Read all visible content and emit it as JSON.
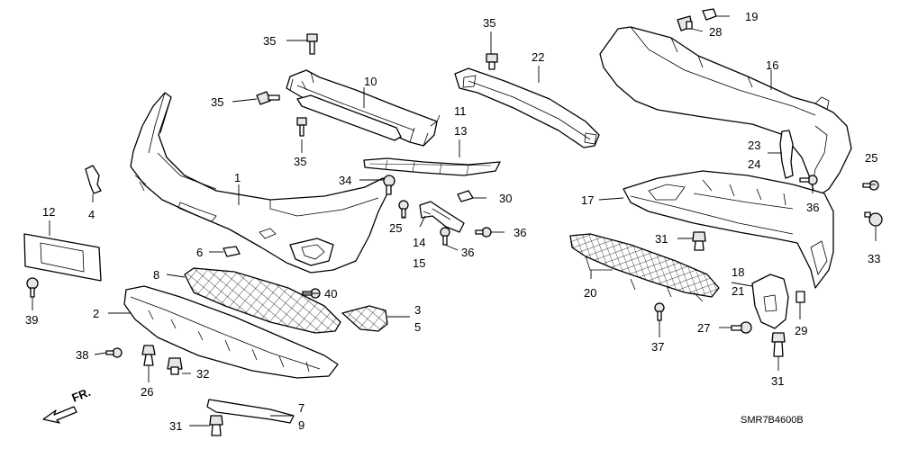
{
  "diagram_code": "SMR7B4600B",
  "direction_label": "FR.",
  "callouts": [
    "35",
    "35",
    "35",
    "10",
    "1",
    "4",
    "12",
    "39",
    "6",
    "8",
    "2",
    "38",
    "26",
    "32",
    "40",
    "3",
    "5",
    "7",
    "9",
    "31",
    "34",
    "25",
    "14",
    "15",
    "36",
    "36",
    "30",
    "11",
    "13",
    "22",
    "35",
    "19",
    "28",
    "16",
    "17",
    "23",
    "24",
    "36",
    "25",
    "33",
    "31",
    "20",
    "37",
    "18",
    "21",
    "27",
    "29",
    "31"
  ]
}
